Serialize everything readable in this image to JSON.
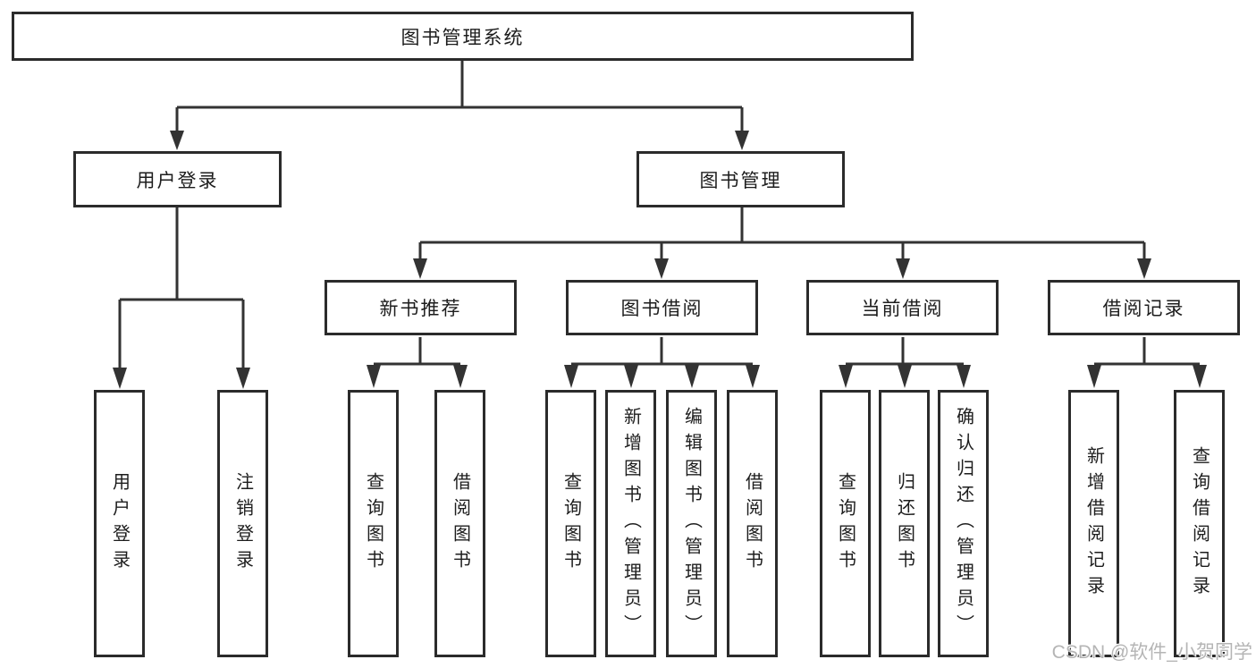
{
  "colors": {
    "line": "#333333",
    "box_border": "#2b2b2b",
    "text": "#1d1d1d",
    "background": "#ffffff",
    "watermark": "#b5b5b5"
  },
  "watermark": {
    "text": "CSDN @软件_小贺同学"
  },
  "tree": {
    "label": "图书管理系统",
    "children": [
      {
        "label": "用户登录",
        "children": [
          {
            "label": "用户登录"
          },
          {
            "label": "注销登录"
          }
        ]
      },
      {
        "label": "图书管理",
        "children": [
          {
            "label": "新书推荐",
            "children": [
              {
                "label": "查询图书"
              },
              {
                "label": "借阅图书"
              }
            ]
          },
          {
            "label": "图书借阅",
            "children": [
              {
                "label": "查询图书"
              },
              {
                "label": "新增图书（管理员）"
              },
              {
                "label": "编辑图书（管理员）"
              },
              {
                "label": "借阅图书"
              }
            ]
          },
          {
            "label": "当前借阅",
            "children": [
              {
                "label": "查询图书"
              },
              {
                "label": "归还图书"
              },
              {
                "label": "确认归还（管理员）"
              }
            ]
          },
          {
            "label": "借阅记录",
            "children": [
              {
                "label": "新增借阅记录"
              },
              {
                "label": "查询借阅记录"
              }
            ]
          }
        ]
      }
    ]
  }
}
